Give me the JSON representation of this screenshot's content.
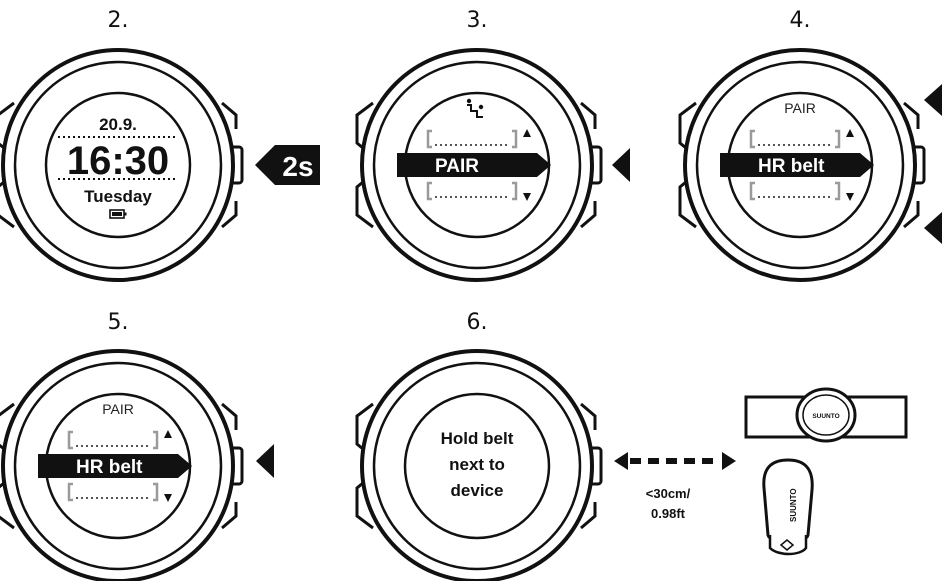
{
  "steps": {
    "s2": {
      "number": "2.",
      "date": "20.9.",
      "time": "16:30",
      "day": "Tuesday",
      "button_hint": "2s"
    },
    "s3": {
      "number": "3.",
      "menu_icon": "pair-icon",
      "selected": "PAIR"
    },
    "s4": {
      "number": "4.",
      "header": "PAIR",
      "selected": "HR belt"
    },
    "s5": {
      "number": "5.",
      "header": "PAIR",
      "selected": "HR belt"
    },
    "s6": {
      "number": "6.",
      "message_line1": "Hold belt",
      "message_line2": "next to",
      "message_line3": "device",
      "distance_line1": "<30cm/",
      "distance_line2": "0.98ft",
      "belt_brand": "SUUNTO",
      "pod_brand": "SUUNTO"
    }
  },
  "colors": {
    "ink": "#111111",
    "bracket": "#9a9a9a",
    "background": "#ffffff"
  }
}
